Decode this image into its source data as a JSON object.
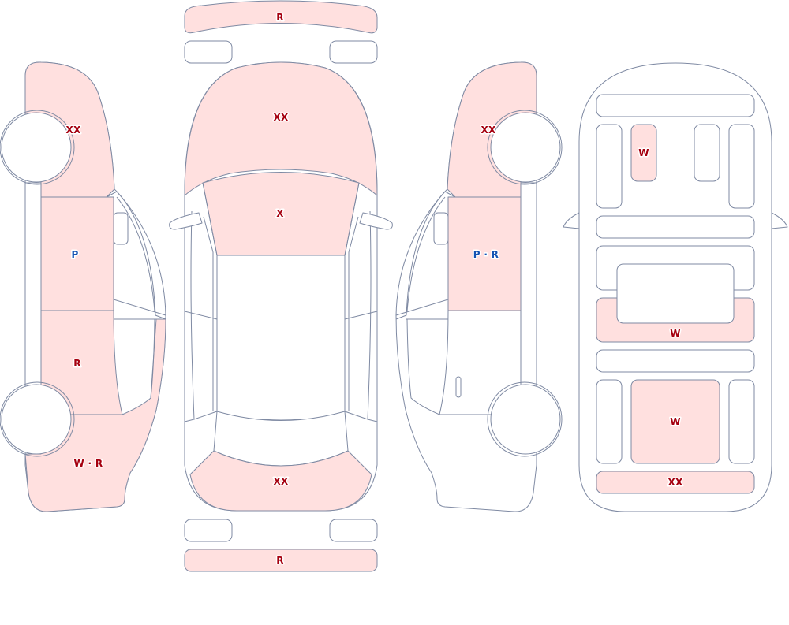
{
  "colors": {
    "outline": "#7f8aa3",
    "damage_fill": "#ffe0df",
    "panel_fill": "#ffffff",
    "code_red": "#a5000f",
    "code_blue": "#1553b3"
  },
  "labels": {
    "front_bumper": "R",
    "hood": "XX",
    "windshield": "X",
    "rear_glass_panel": "XX",
    "rear_bumper": "R",
    "left_front_fender": "XX",
    "left_front_door": "P",
    "left_rear_door": "R",
    "left_rear_quarter": "W · R",
    "right_front_fender": "XX",
    "right_front_door": "P · R",
    "floor_front_left_seat": "W",
    "floor_trunk_panel": "W",
    "floor_rear_seat_area": "W",
    "floor_rear_panel": "XX"
  },
  "label_colors": {
    "front_bumper": "red",
    "hood": "red",
    "windshield": "red",
    "rear_glass_panel": "red",
    "rear_bumper": "red",
    "left_front_fender": "red",
    "left_front_door": "blue",
    "left_rear_door": "red",
    "left_rear_quarter": "red",
    "right_front_fender": "red",
    "right_front_door": "blue",
    "floor_front_left_seat": "red",
    "floor_trunk_panel": "red",
    "floor_rear_seat_area": "red",
    "floor_rear_panel": "red"
  }
}
